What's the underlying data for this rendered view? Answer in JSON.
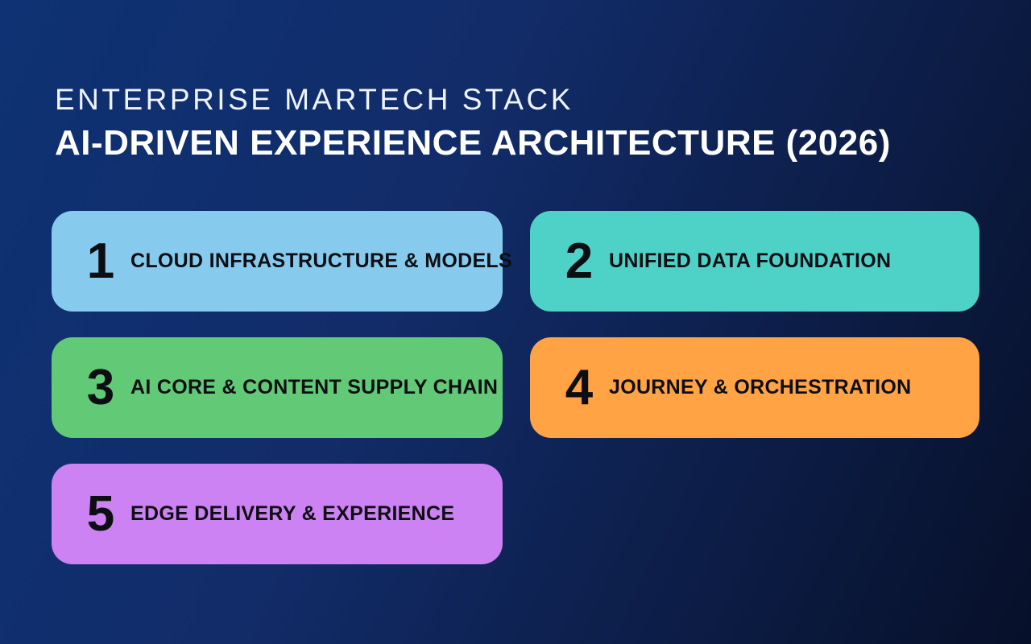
{
  "background": {
    "gradient_start": "#0e3273",
    "gradient_mid": "#122c69",
    "gradient_end": "#071029",
    "gradient_angle": "115deg"
  },
  "header": {
    "eyebrow": "ENTERPRISE MARTECH STACK",
    "title": "AI-DRIVEN EXPERIENCE ARCHITECTURE (2026)",
    "text_color": "#ffffff"
  },
  "cards": [
    {
      "number": "1",
      "label": "CLOUD INFRASTRUCTURE & MODELS",
      "color": "#86cbee"
    },
    {
      "number": "2",
      "label": "UNIFIED DATA FOUNDATION",
      "color": "#4ed2c7"
    },
    {
      "number": "3",
      "label": "AI CORE & CONTENT SUPPLY CHAIN",
      "color": "#62c977"
    },
    {
      "number": "4",
      "label": "JOURNEY & ORCHESTRATION",
      "color": "#ffa344"
    },
    {
      "number": "5",
      "label": "EDGE DELIVERY & EXPERIENCE",
      "color": "#cc82f2"
    }
  ],
  "card_text_color": "#0d0e12"
}
